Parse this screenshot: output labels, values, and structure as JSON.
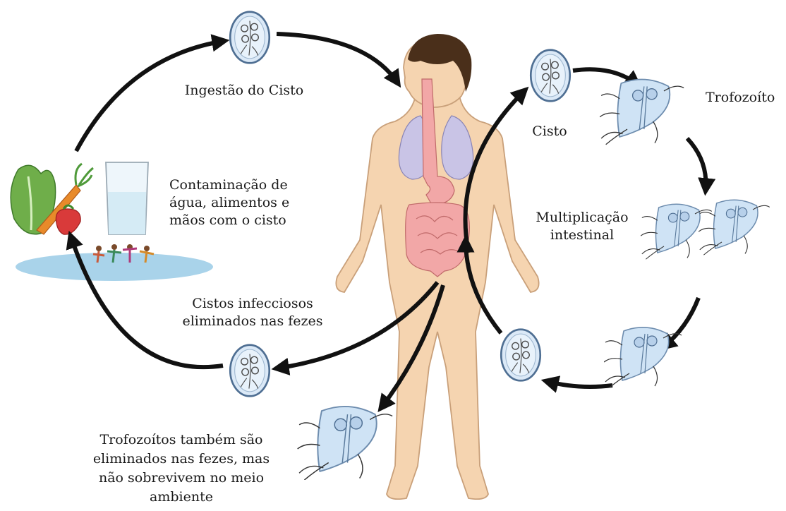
{
  "labels": {
    "ingestao": "Ingestão do Cisto",
    "contaminacao": "Contaminação de\nágua, alimentos e\nmãos com o cisto",
    "cistos_fezes": "Cistos infecciosos\neliminados nas fezes",
    "trofo_fezes": "Trofozoítos também são\neliminados nas fezes, mas\nnão sobrevivem no meio\nambiente",
    "cisto": "Cisto",
    "trofozoito": "Trofozoíto",
    "multiplicacao": "Multiplicação\nintestinal"
  },
  "colors": {
    "arrow": "#111111",
    "skin": "#f5d4b0",
    "skin_outline": "#c9a07a",
    "hair": "#4a2f1a",
    "lung": "#c9c4e6",
    "gut": "#f2a7a7",
    "cyst_fill": "#dbe9f7",
    "cyst_outline": "#4f6f93",
    "trophozoite_fill": "#cfe3f5",
    "water": "#a9d3ea"
  },
  "icons": [
    "cyst-icon",
    "trophozoite-icon",
    "human-figure",
    "vegetables-icon",
    "water-glass-icon",
    "bathers-icon"
  ]
}
